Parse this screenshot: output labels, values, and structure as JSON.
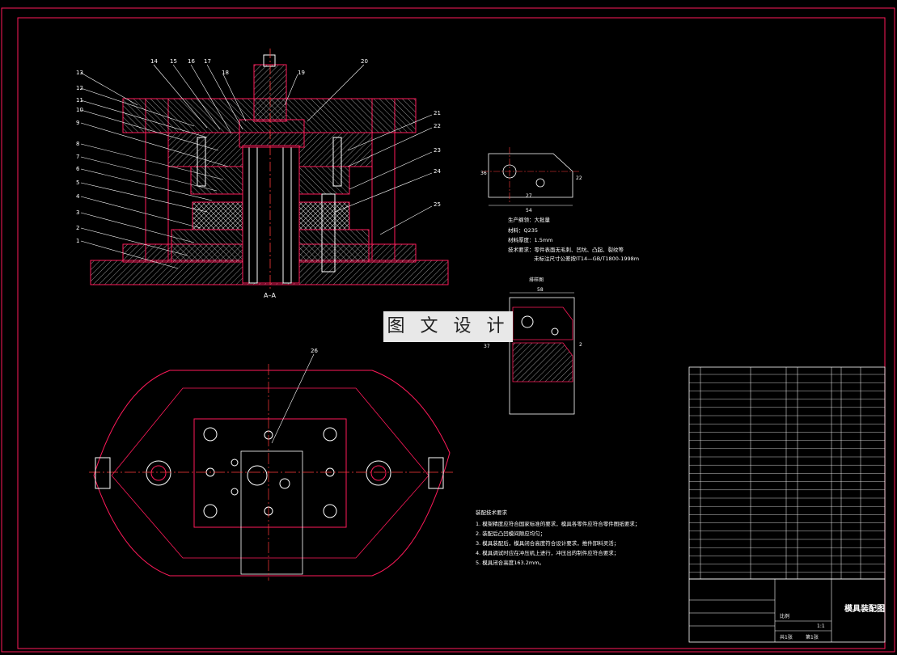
{
  "section_label": "A–A",
  "balloons": [
    "1",
    "2",
    "3",
    "4",
    "5",
    "6",
    "7",
    "8",
    "9",
    "10",
    "11",
    "12",
    "13",
    "14",
    "15",
    "16",
    "17",
    "18",
    "19",
    "20",
    "21",
    "22",
    "23",
    "24",
    "25",
    "26"
  ],
  "part_drawing": {
    "dims": {
      "w": "54",
      "h": "36",
      "inner": "27",
      "side": "22"
    },
    "notes": [
      "生产纲领：大批量",
      "材料：Q235",
      "材料厚度：1.5mm",
      "技术要求：零件表面无毛刺、凹坑、凸起、裂纹等",
      "未标注尺寸公差按IT14—GB/T1800-1998m"
    ]
  },
  "layout_drawing": {
    "title": "排样图",
    "width": "58",
    "pitch": "37",
    "gap": "2"
  },
  "plan_balloon": "26",
  "tech_requirements": {
    "title": "装配技术要求",
    "items": [
      "1. 模架精度应符合国家标准的要求，模具各零件应符合零件图纸要求；",
      "2. 装配后凸凹模间隙应均匀；",
      "3. 模具装配后，模具闭合高度符合设计要求，推件卸料灵活；",
      "4. 模具调试时应在冲压机上进行，冲压出的制件应符合要求；",
      "5. 模具闭合高度163.2mm。"
    ]
  },
  "title_block": {
    "drawing_title": "模具装配图",
    "scale_label": "比例",
    "scale_value": "1:1",
    "sheet": "第1张",
    "total": "共1张"
  },
  "colors": {
    "frame": "#ff1a5a",
    "line": "#ffffff",
    "center": "#ff3a3a"
  }
}
